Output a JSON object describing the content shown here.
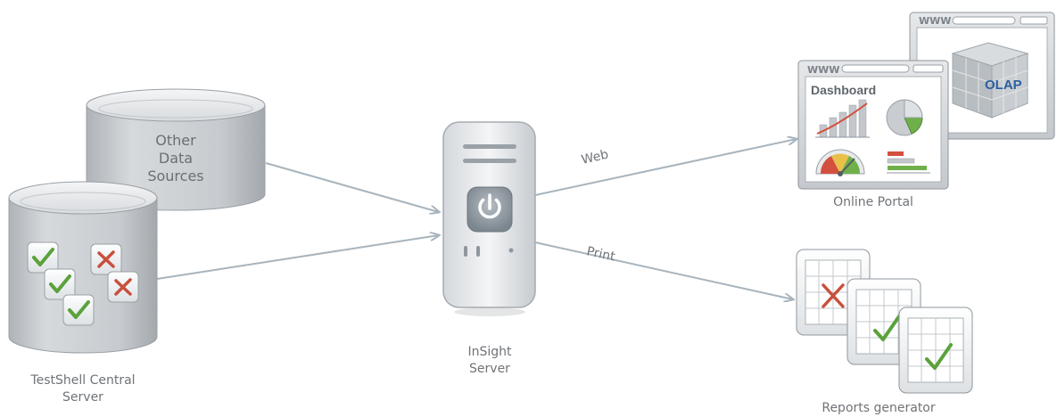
{
  "nodes": {
    "other_sources": {
      "text": "Other\nData\nSources"
    },
    "testshell": {
      "label": "TestShell Central\nServer"
    },
    "insight": {
      "label": "InSight\nServer"
    },
    "portal": {
      "label": "Online Portal",
      "dashboard_title": "Dashboard",
      "olap_text": "OLAP",
      "url_text_front": "WWW",
      "url_text_back": "WWW"
    },
    "reports": {
      "label": "Reports generator"
    }
  },
  "edges": {
    "web": "Web",
    "print": "Print"
  },
  "colors": {
    "cylinder_body": "#c9cdd1",
    "cylinder_top": "#e9ebed",
    "outline": "#9aa0a6",
    "arrow": "#a8b4bd",
    "check": "#5aa23a",
    "cross": "#c8503c",
    "olap_text": "#2b5f9e"
  },
  "icons": [
    "checkmark-icon",
    "cross-icon",
    "power-icon",
    "bar-chart-icon",
    "pie-chart-icon",
    "gauge-icon",
    "hbar-chart-icon",
    "cube-icon"
  ]
}
